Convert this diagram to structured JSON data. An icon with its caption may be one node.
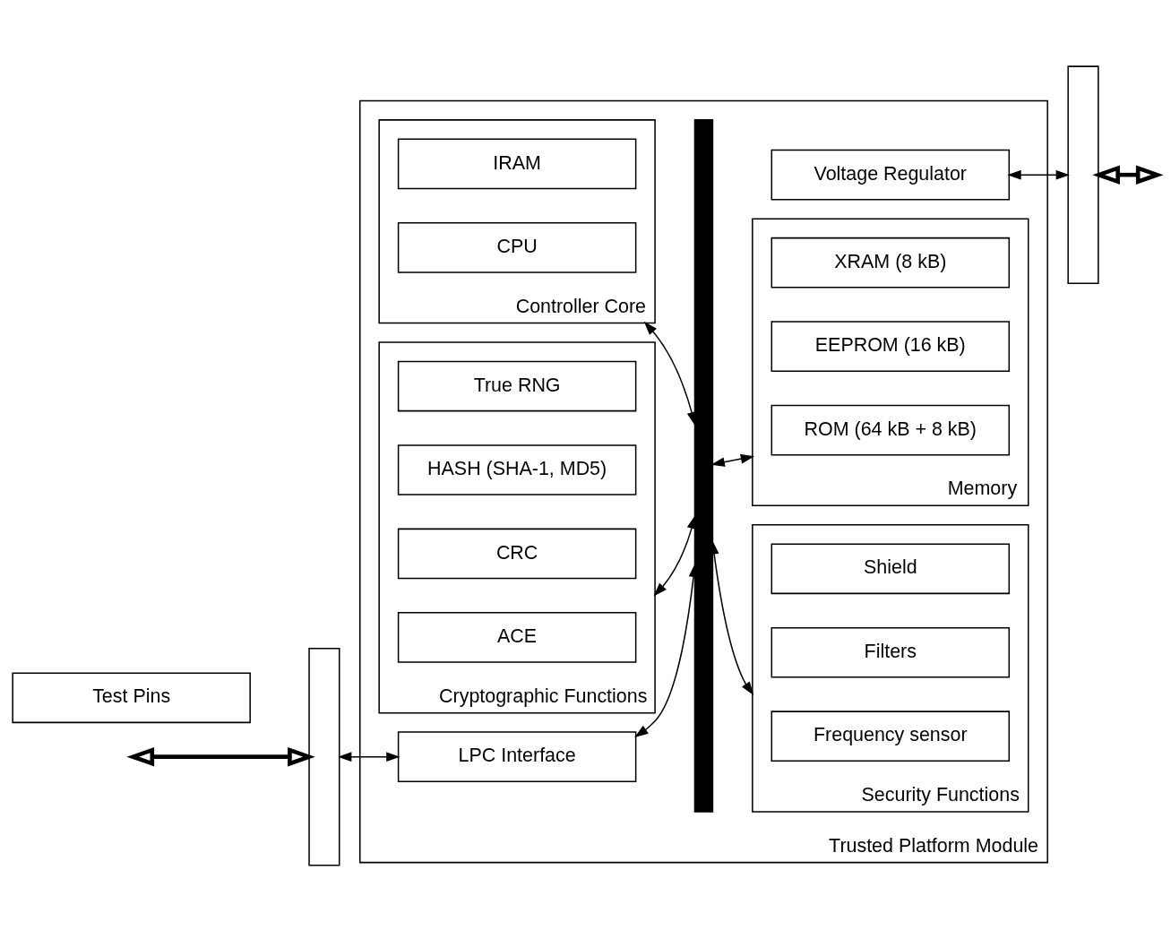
{
  "diagram": {
    "nodes": [
      {
        "text": [
          "Trusted Platform Module"
        ]
      },
      {
        "text": [
          "Controller Core"
        ],
        "in": 0
      },
      {
        "text": [
          "CPU"
        ],
        "in": 1
      },
      {
        "text": [
          "IRAM"
        ],
        "in": 1
      },
      {
        "text": [
          "Security Functions"
        ],
        "in": 0
      },
      {
        "text": [
          "Frequency sensor"
        ],
        "in": 4
      },
      {
        "text": [
          "Filters"
        ],
        "in": 4
      },
      {
        "text": [
          "Shield"
        ],
        "in": 4
      },
      {
        "text": [
          "Cryptographic Functions"
        ],
        "in": 0
      },
      {
        "text": [
          "ACE"
        ],
        "in": 8
      },
      {
        "text": [
          "CRC"
        ],
        "in": 8
      },
      {
        "text": [
          "HASH (SHA-1, MD5)"
        ],
        "in": 8
      },
      {
        "text": [
          "True RNG"
        ],
        "in": 8
      },
      {
        "text": [
          "Memory"
        ],
        "in": 0
      },
      {
        "text": [
          "ROM (64 kB + 8 kB)"
        ],
        "in": 13
      },
      {
        "text": [
          "EEPROM (16 kB)"
        ],
        "in": 13
      },
      {
        "text": [
          "XRAM (8 kB)"
        ],
        "in": 13
      },
      {
        "text": [],
        "shape": "bar",
        "in": 0
      },
      {
        "text": [],
        "shape": "box"
      },
      {
        "text": [
          "LPC Interface"
        ],
        "in": 0
      },
      {
        "text": [
          "Test Pins"
        ]
      },
      {
        "text": [
          "Voltage Regulator"
        ],
        "in": 0
      },
      {
        "text": [],
        "shape": "box"
      }
    ],
    "edges": [
      {
        "from": null,
        "to": 18,
        "arrow": "both",
        "style": "thick"
      },
      {
        "from": 18,
        "to": 19,
        "arrow": "both"
      },
      {
        "from": 19,
        "to": 17,
        "arrow": "both"
      },
      {
        "from": 1,
        "to": 17,
        "arrow": "both"
      },
      {
        "from": 17,
        "to": 4,
        "arrow": "both"
      },
      {
        "from": 8,
        "to": 17,
        "arrow": "both"
      },
      {
        "from": 17,
        "to": 13,
        "arrow": "both"
      },
      {
        "from": 21,
        "to": 22,
        "arrow": "both"
      },
      {
        "from": 22,
        "to": null,
        "arrow": "both",
        "style": "thick"
      }
    ]
  }
}
